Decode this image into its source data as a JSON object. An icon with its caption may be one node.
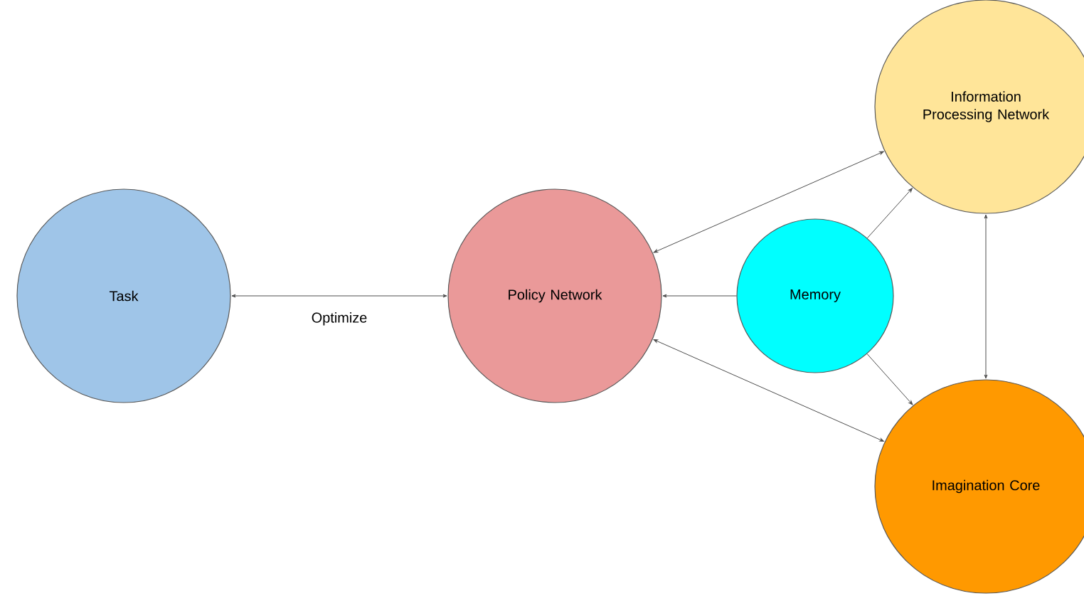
{
  "diagram": {
    "nodes": [
      {
        "text": [
          "Task"
        ]
      },
      {
        "text": [
          "Policy Network"
        ]
      },
      {
        "text": [
          "Memory"
        ]
      },
      {
        "text": [
          "Information Processing Network"
        ]
      },
      {
        "text": [
          "Imagination Core"
        ]
      }
    ],
    "edges": [
      {
        "from": 0,
        "to": 1,
        "arrow": "both",
        "label": "Optimize"
      },
      {
        "from": 2,
        "to": 1,
        "arrow": "to"
      },
      {
        "from": 1,
        "to": 3,
        "arrow": "both"
      },
      {
        "from": 1,
        "to": 4,
        "arrow": "both"
      },
      {
        "from": 2,
        "to": 3,
        "arrow": "to"
      },
      {
        "from": 2,
        "to": 4,
        "arrow": "to"
      },
      {
        "from": 3,
        "to": 4,
        "arrow": "both"
      }
    ]
  }
}
